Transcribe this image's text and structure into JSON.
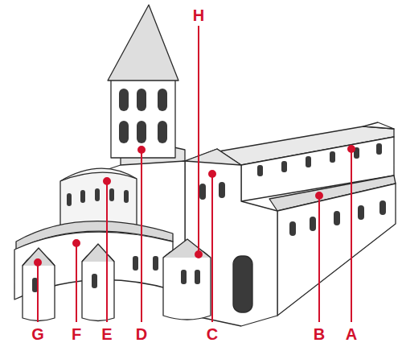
{
  "diagram": {
    "labels": [
      "H",
      "G",
      "F",
      "E",
      "D",
      "C",
      "B",
      "A"
    ]
  }
}
